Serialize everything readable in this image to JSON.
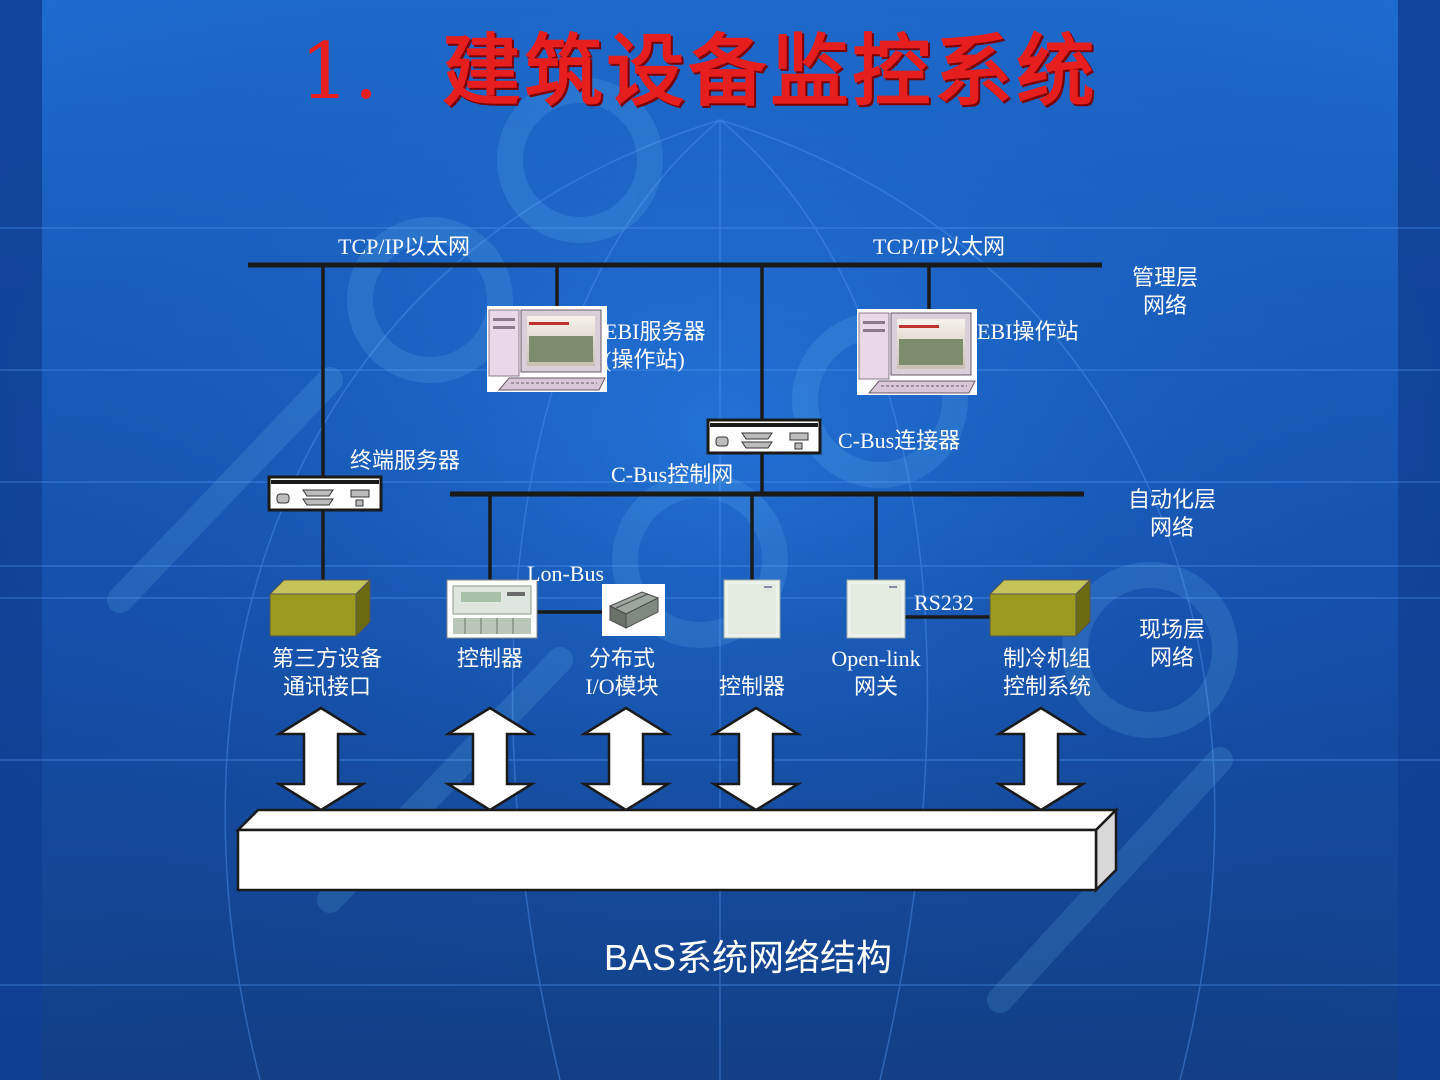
{
  "title": {
    "number": "1.",
    "text": "建筑设备监控系统"
  },
  "caption": "BAS系统网络结构",
  "colors": {
    "background": "#1a5cc4",
    "line": "#1a1a1a",
    "title": "#e61e1e",
    "label": "#ffffff",
    "olive": "#9a9a1e"
  },
  "networks": {
    "tcpip_left": "TCP/IP以太网",
    "tcpip_right": "TCP/IP以太网",
    "cbus": "C-Bus控制网",
    "lonbus": "Lon-Bus",
    "rs232": "RS232"
  },
  "layers": {
    "management": [
      "管理层",
      "网络"
    ],
    "automation": [
      "自动化层",
      "网络"
    ],
    "field": [
      "现场层",
      "网络"
    ]
  },
  "devices": {
    "ebi_server": [
      "EBI服务器",
      "(操作站)"
    ],
    "ebi_station": "EBI操作站",
    "cbus_connector": "C-Bus连接器",
    "terminal_server": "终端服务器",
    "third_party": [
      "第三方设备",
      "通讯接口"
    ],
    "controller1": "控制器",
    "io_module": [
      "分布式",
      "I/O模块"
    ],
    "controller2": "控制器",
    "openlink": [
      "Open-link",
      "网关"
    ],
    "chiller": [
      "制冷机组",
      "控制系统"
    ]
  }
}
